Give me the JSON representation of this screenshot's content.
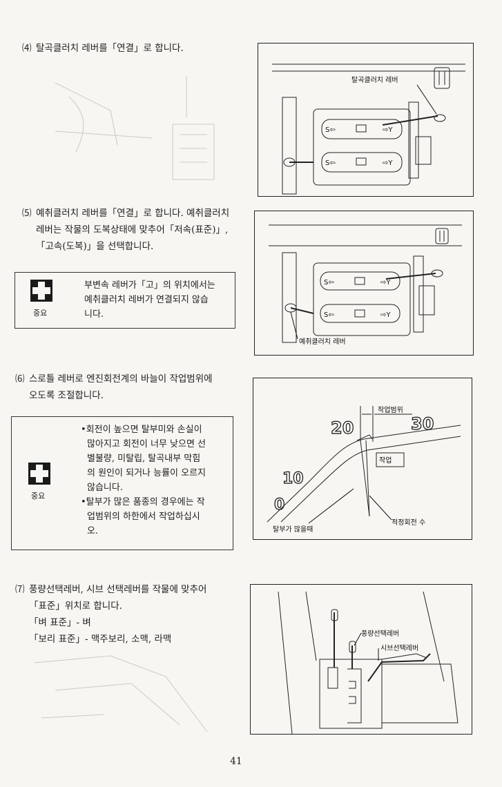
{
  "page_number": "41",
  "steps": [
    {
      "id": "4",
      "marker": "⑷",
      "lines": [
        "탈곡클러치 레버를「연결」로 합니다."
      ]
    },
    {
      "id": "5",
      "marker": "⑸",
      "lines": [
        "예취클러치 레버를「연결」로 합니다. 예취클러치",
        "레버는 작물의 도복상태에 맞추어「저속(표준)」,",
        "「고속(도복)」을 선택합니다."
      ],
      "note": {
        "icon_label": "중요",
        "lines": [
          "부변속 레버가「고」의 위치에서는",
          "예취클러치 레버가 연결되지 않습",
          "니다."
        ]
      }
    },
    {
      "id": "6",
      "marker": "⑹",
      "lines": [
        "스로틀 레버로 엔진회전계의 바늘이 작업범위에",
        "오도록 조절합니다."
      ],
      "note": {
        "icon_label": "중요",
        "bullets": [
          [
            "•회전이 높으면 탈부미와 손실이",
            "많아지고 회전이 너무 낮으면 선",
            "별불량, 미탈립, 탈곡내부 막힘",
            "의 원인이 되거나 능률이 오르지",
            "않습니다."
          ],
          [
            "•탈부가 많은 품종의 경우에는 작",
            "업범위의 하한에서 작업하십시",
            "오."
          ]
        ]
      }
    },
    {
      "id": "7",
      "marker": "⑺",
      "lines": [
        "풍량선택레버, 시브 선택레버를 작물에 맞추어",
        "「표준」위치로 합니다.",
        "「벼 표준」- 벼",
        "「보리 표준」- 맥주보리, 소맥, 라맥"
      ]
    }
  ],
  "figures": {
    "fig1": {
      "callout": "탈곡클러치 레버"
    },
    "fig2": {
      "callout": "예취클러치 레버"
    },
    "fig3": {
      "scale_20": "20",
      "scale_30": "30",
      "scale_10": "10",
      "scale_0": "0",
      "range_label": "작업범위",
      "work_label": "작업",
      "proper_rpm": "적정회전 수",
      "many_husk": "탈부가 많을때"
    },
    "fig4": {
      "callout_a": "풍량선택레버",
      "callout_b": "시브선택레버"
    }
  }
}
